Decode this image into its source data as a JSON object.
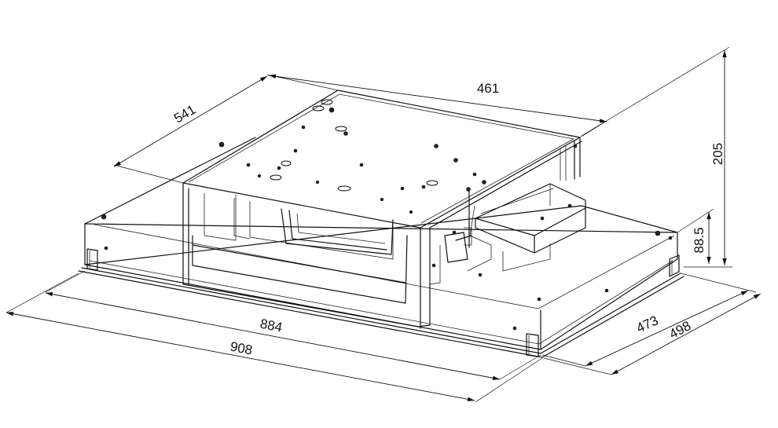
{
  "dimensions": {
    "top_depth": "541",
    "top_width": "461",
    "total_height": "205",
    "canopy_height": "88.5",
    "inner_width": "884",
    "outer_width": "908",
    "inner_depth": "473",
    "outer_depth": "498"
  }
}
